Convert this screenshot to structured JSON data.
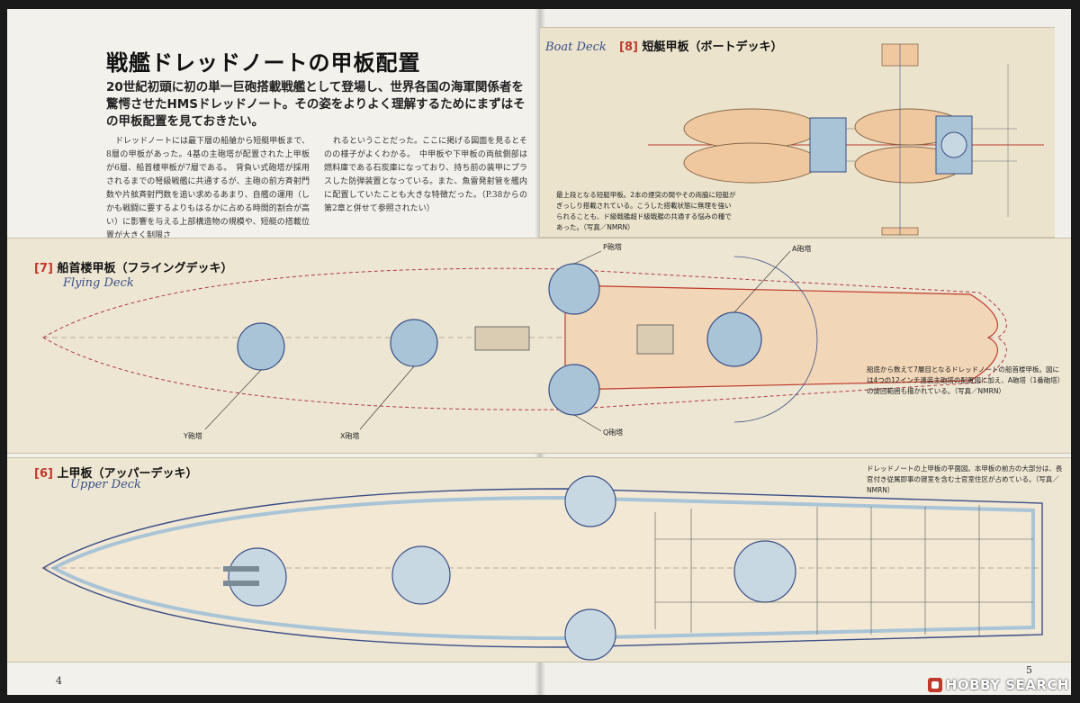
{
  "article": {
    "title": "戦艦ドレッドノートの甲板配置",
    "lead": "20世紀初頭に初の単一巨砲搭載戦艦として登場し、世界各国の海軍関係者を驚愕させたHMSドレッドノート。その姿をよりよく理解するためにまずはその甲板配置を見ておきたい。",
    "body_col1": "ドレッドノートには最下層の船艙から短艇甲板まで、8層の甲板があった。4基の主砲塔が配置された上甲板が6層、船首楼甲板が7層である。　背負い式砲塔が採用されるまでの弩級戦艦に共通するが、主砲の前方斉射門数や片舷斉射門数を追い求めるあまり、自艦の運用（しかも戦闘に要するよりもはるかに占める時間的割合が高い）に影響を与える上部構造物の規模や、短艇の搭載位置が大きく制限さ",
    "body_col2": "れるということだった。ここに掲げる図面を見るとそのの様子がよくわかる。　中甲板や下甲板の両舷側部は燃料庫である石炭庫になっており、持ち前の装甲にプラスした防弾装置となっている。また、魚雷発射管を艦内に配置していたことも大きな特徴だった。（P.38からの第2章と併せて参照されたい）"
  },
  "sections": {
    "deck8": {
      "num": "[8]",
      "title": "短艇甲板（ボートデッキ）",
      "script": "Boat Deck",
      "caption": "最上段となる短艇甲板。2本の煙突の間やその両脇に短艇がぎっしり搭載されている。こうした搭載状態に無理を強いられることも、ド級戦艦超ド級戦艦の共通する悩みの種であった。（写真／NMRN）"
    },
    "deck7": {
      "num": "[7]",
      "title": "船首楼甲板（フライングデッキ）",
      "script": "Flying Deck",
      "caption": "船底から数えて7層目となるドレッドノートの船首楼甲板。図には4つの12インチ連装主砲塔の配置図に加え、A砲塔（1番砲塔）の旋回範囲も描かれている。（写真／NMRN）"
    },
    "deck6": {
      "num": "[6]",
      "title": "上甲板（アッパーデッキ）",
      "script": "Upper Deck",
      "caption": "ドレッドノートの上甲板の平面図。本甲板の前方の大部分は、長官付き従属即事の寝室を含む士官室住区が占めている。（写真／NMRN）"
    }
  },
  "turret_labels": {
    "y": "Y砲塔",
    "x": "X砲塔",
    "p": "P砲塔",
    "q": "Q砲塔",
    "a": "A砲塔"
  },
  "page_numbers": {
    "left": "4",
    "right": "5"
  },
  "watermark": {
    "text": "HOBBY SEARCH"
  },
  "colors": {
    "paper": "#ede6d2",
    "hull_blue": "#a9c4d6",
    "ink_red": "#c0392b",
    "ink_blue": "#3a4f88",
    "hull_fill": "#f1d7b8"
  }
}
